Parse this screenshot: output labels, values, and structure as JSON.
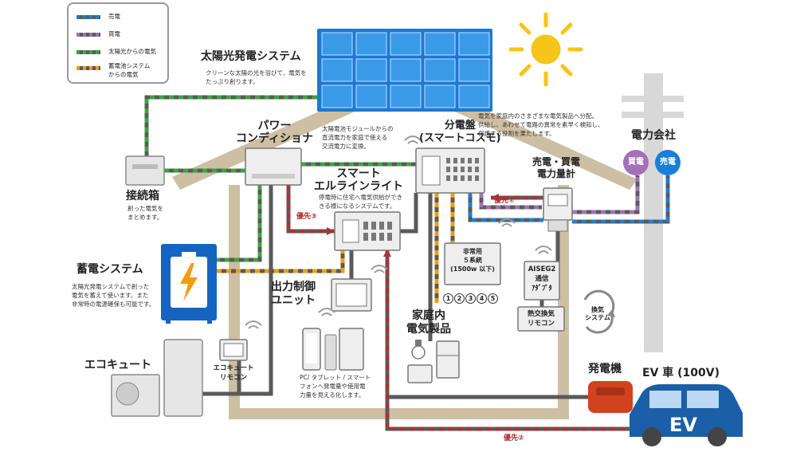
{
  "colors": {
    "sell": "#1a7fd6",
    "buy": "#a470b8",
    "solar": "#3aa63a",
    "battery": "#f39c12",
    "grid": "#5a5a5a",
    "priority": "#b03030",
    "house": "#cdbfa3",
    "panel": "#1e78d2",
    "sun": "#f5c518"
  },
  "legend": {
    "sell": "売電",
    "buy": "買電",
    "solar": "太陽光からの電気",
    "battery": "蓄電池システム\nからの電気"
  },
  "solar": {
    "title": "太陽光発電システム",
    "desc": "クリーンな太陽の光を浴びて、電気を\nたっぷり創ります。"
  },
  "power_conditioner": {
    "title": "パワー\nコンディショナ",
    "desc": "太陽電池モジュールからの\n直流電力を家庭で使える\n交流電力に変換。"
  },
  "distribution_board": {
    "title": "分電盤\n(スマートコスモ)",
    "desc": "電気を家庭内のさまざまな電気製品へ分配。\n供給し、あわせて電路の異常を素早く検知し、\n保護する役割を果たします。"
  },
  "utility": {
    "title": "電力会社",
    "buy_badge": "買電",
    "sell_badge": "売電"
  },
  "meter": {
    "title": "売電・買電\n電力量計"
  },
  "junction_box": {
    "title": "接続箱",
    "desc": "創った電気を\nまとめます。"
  },
  "smart_line": {
    "title": "スマート\nエルラインライト",
    "desc": "停電時に住宅へ電気供給ができ\nきる様になるシステムです。"
  },
  "priorities": {
    "p1": "優先①",
    "p2": "優先②",
    "p3": "優先③"
  },
  "battery_system": {
    "title": "蓄電システム",
    "desc": "太陽光発電システムで創った\n電気を蓄えて使います。また\n非常時の電源確保も可能です。"
  },
  "output_control": {
    "title": "出力制御\nユニット"
  },
  "emergency": {
    "title": "非常用\n５系統\n(1500w 以下)",
    "circuits": [
      "1",
      "2",
      "3",
      "4",
      "5"
    ]
  },
  "aiseg": {
    "title": "AISEG2\n通信\nｱﾀﾞﾌﾟﾀ"
  },
  "heat_exchange": {
    "title": "熱交換気\nリモコン",
    "ventilation": "換気\nシステム"
  },
  "appliances": {
    "title": "家庭内\n電気製品"
  },
  "ecocute": {
    "title": "エコキュート",
    "remote": "エコキュート\nリモコン"
  },
  "devices": {
    "desc": "PC/ タブレット / スマート\nフォンへ発電量や使用電\n力量を見える化します。"
  },
  "generator": {
    "title": "発電機"
  },
  "ev": {
    "title": "EV 車 (100V)",
    "badge": "EV"
  }
}
